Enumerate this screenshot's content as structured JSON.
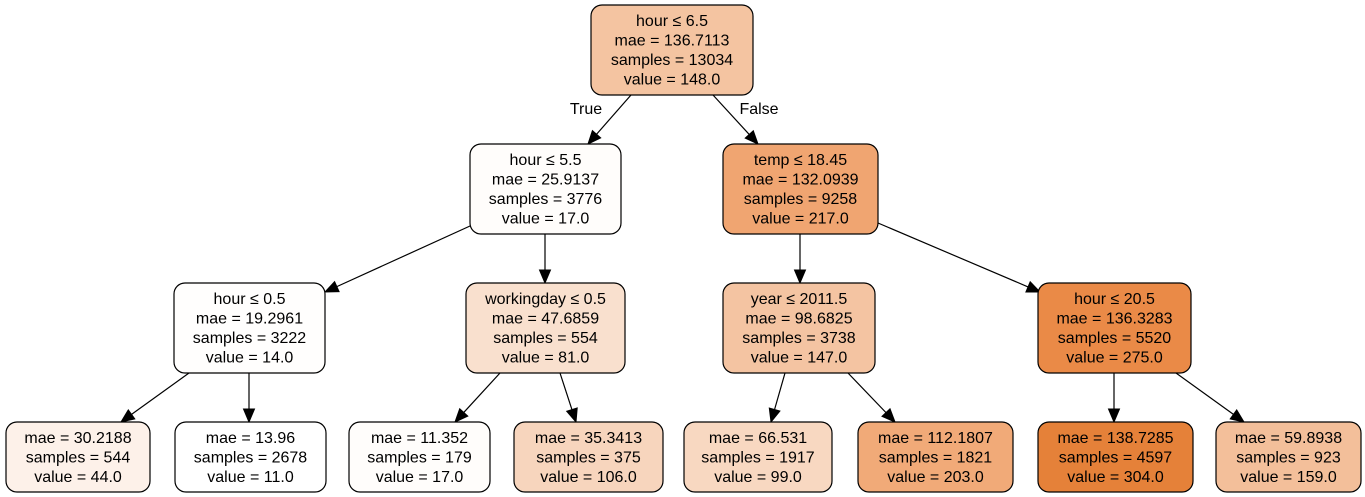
{
  "tree": {
    "nodes": [
      {
        "id": "n0",
        "split": "hour ≤ 6.5",
        "mae": "mae = 136.7113",
        "samples": "samples = 13034",
        "value": "value = 148.0",
        "fill": "#f4c4a1"
      },
      {
        "id": "n1",
        "split": "hour ≤ 5.5",
        "mae": "mae = 25.9137",
        "samples": "samples = 3776",
        "value": "value = 17.0",
        "fill": "#fffdfb"
      },
      {
        "id": "n2",
        "split": "temp ≤ 18.45",
        "mae": "mae = 132.0939",
        "samples": "samples = 9258",
        "value": "value = 217.0",
        "fill": "#f0a571"
      },
      {
        "id": "n3",
        "split": "hour ≤ 0.5",
        "mae": "mae = 19.2961",
        "samples": "samples = 3222",
        "value": "value = 14.0",
        "fill": "#fffefd"
      },
      {
        "id": "n4",
        "split": "workingday ≤ 0.5",
        "mae": "mae = 47.6859",
        "samples": "samples = 554",
        "value": "value = 81.0",
        "fill": "#f9e0ce"
      },
      {
        "id": "n5",
        "split": "year ≤ 2011.5",
        "mae": "mae = 98.6825",
        "samples": "samples = 3738",
        "value": "value = 147.0",
        "fill": "#f4c4a2"
      },
      {
        "id": "n6",
        "split": "hour ≤ 20.5",
        "mae": "mae = 136.3283",
        "samples": "samples = 5520",
        "value": "value = 275.0",
        "fill": "#ea8a47"
      },
      {
        "id": "n7",
        "split": "",
        "mae": "mae = 30.2188",
        "samples": "samples = 544",
        "value": "value = 44.0",
        "fill": "#fdf1e9"
      },
      {
        "id": "n8",
        "split": "",
        "mae": "mae = 13.96",
        "samples": "samples = 2678",
        "value": "value = 11.0",
        "fill": "#ffffff"
      },
      {
        "id": "n9",
        "split": "",
        "mae": "mae = 11.352",
        "samples": "samples = 179",
        "value": "value = 17.0",
        "fill": "#fffdfb"
      },
      {
        "id": "n10",
        "split": "",
        "mae": "mae = 35.3413",
        "samples": "samples = 375",
        "value": "value = 106.0",
        "fill": "#f7d5bd"
      },
      {
        "id": "n11",
        "split": "",
        "mae": "mae = 66.531",
        "samples": "samples = 1917",
        "value": "value = 99.0",
        "fill": "#f8d8c1"
      },
      {
        "id": "n12",
        "split": "",
        "mae": "mae = 112.1807",
        "samples": "samples = 1821",
        "value": "value = 203.0",
        "fill": "#f1aa78"
      },
      {
        "id": "n13",
        "split": "",
        "mae": "mae = 138.7285",
        "samples": "samples = 4597",
        "value": "value = 304.0",
        "fill": "#e58139"
      },
      {
        "id": "n14",
        "split": "",
        "mae": "mae = 59.8938",
        "samples": "samples = 923",
        "value": "value = 159.0",
        "fill": "#f3bf9a"
      }
    ],
    "edges": [
      {
        "from": "n0",
        "to": "n1",
        "label": "True"
      },
      {
        "from": "n0",
        "to": "n2",
        "label": "False"
      },
      {
        "from": "n1",
        "to": "n3",
        "label": ""
      },
      {
        "from": "n1",
        "to": "n4",
        "label": ""
      },
      {
        "from": "n2",
        "to": "n5",
        "label": ""
      },
      {
        "from": "n2",
        "to": "n6",
        "label": ""
      },
      {
        "from": "n3",
        "to": "n7",
        "label": ""
      },
      {
        "from": "n3",
        "to": "n8",
        "label": ""
      },
      {
        "from": "n4",
        "to": "n9",
        "label": ""
      },
      {
        "from": "n4",
        "to": "n10",
        "label": ""
      },
      {
        "from": "n5",
        "to": "n11",
        "label": ""
      },
      {
        "from": "n5",
        "to": "n12",
        "label": ""
      },
      {
        "from": "n6",
        "to": "n13",
        "label": ""
      },
      {
        "from": "n6",
        "to": "n14",
        "label": ""
      }
    ]
  }
}
